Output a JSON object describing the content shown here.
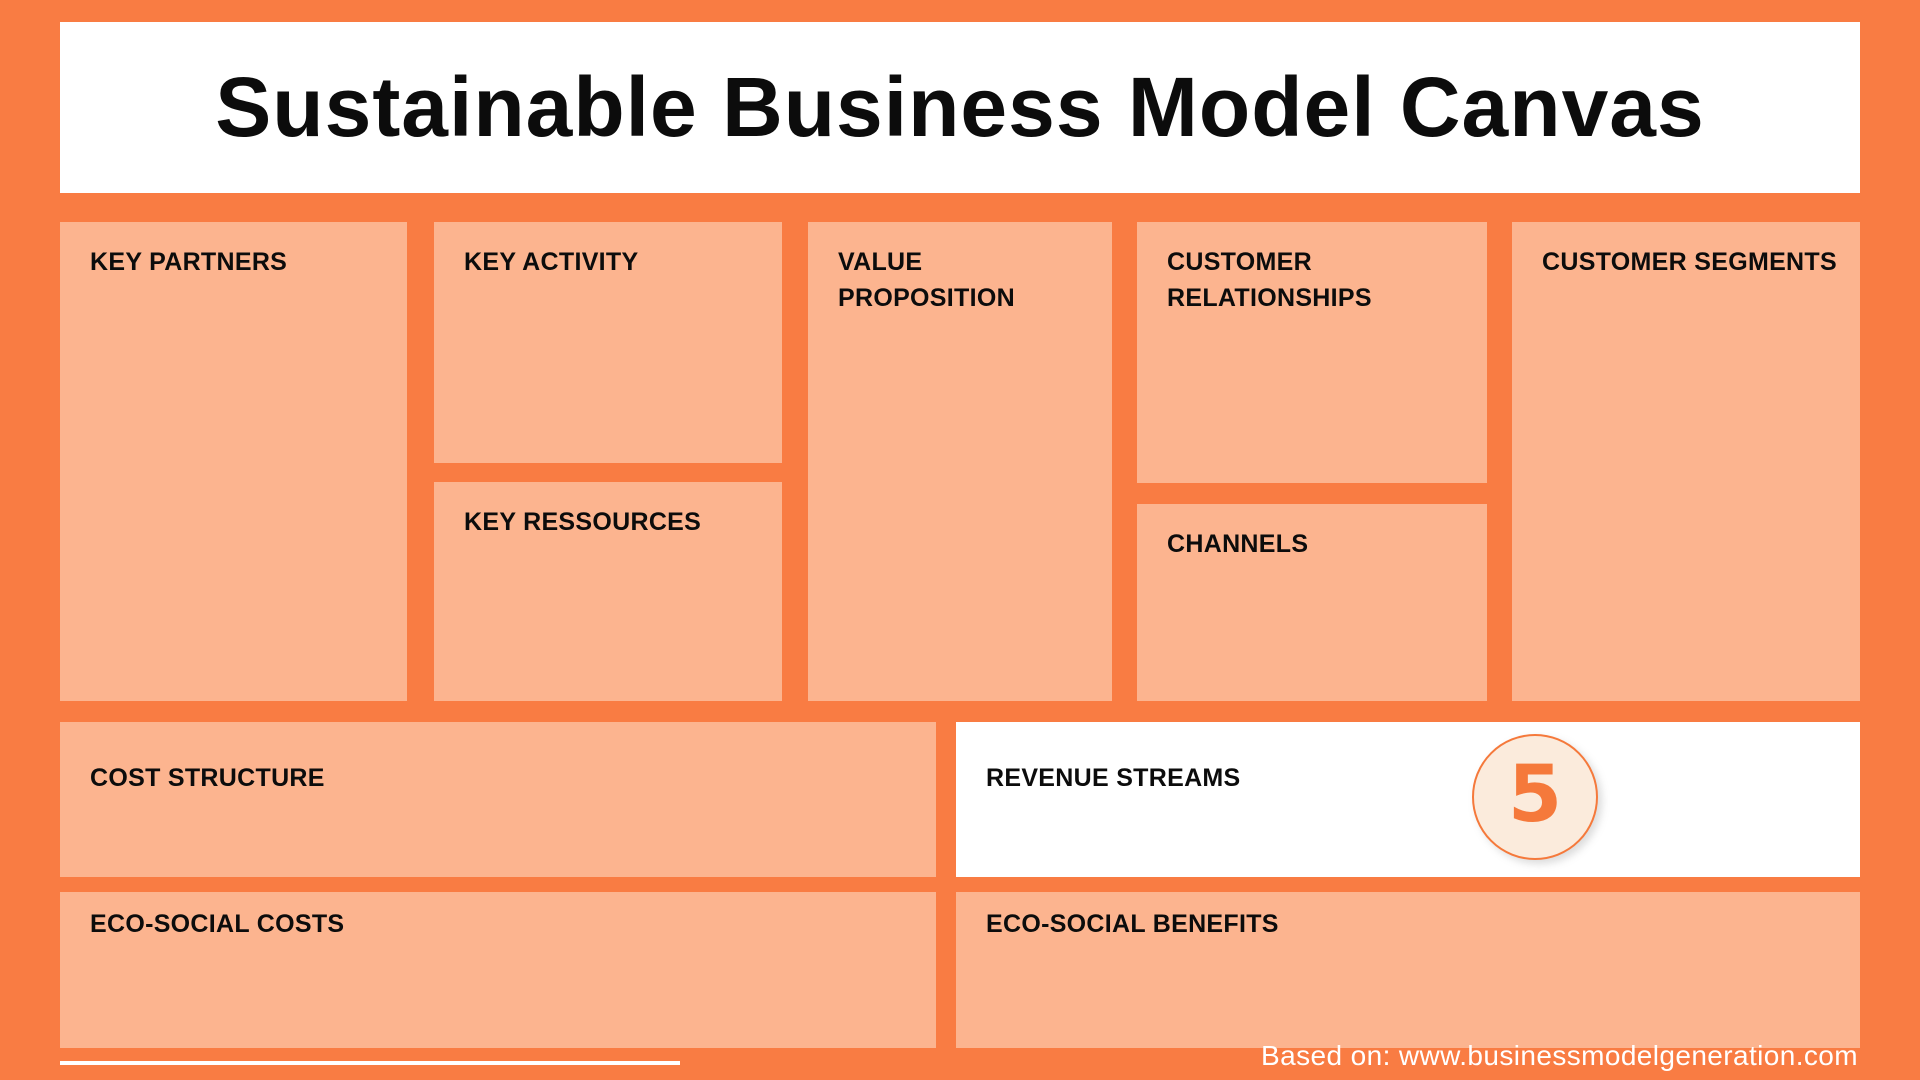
{
  "title": "Sustainable Business Model Canvas",
  "sections": {
    "key_partners": "KEY PARTNERS",
    "key_activity": "KEY ACTIVITY",
    "key_ressources": "KEY RESSOURCES",
    "value_proposition": "VALUE PROPOSITION",
    "customer_relationships": "CUSTOMER RELATIONSHIPS",
    "channels": "CHANNELS",
    "customer_segments": "CUSTOMER SEGMENTS",
    "cost_structure": "COST STRUCTURE",
    "revenue_streams": "REVENUE STREAMS",
    "eco_social_costs": "ECO-SOCIAL COSTS",
    "eco_social_benefits": "ECO-SOCIAL BENEFITS"
  },
  "badge": {
    "value": "5"
  },
  "footer": {
    "credit": "Based on: www.businessmodelgeneration.com"
  },
  "colors": {
    "background": "#F97C43",
    "box": "#FCB48F",
    "panel": "#FFFFFF",
    "badge_fill": "#FBEBDC",
    "badge_accent": "#F5793B",
    "text": "#0C0C0C",
    "footer_text": "#FFFFFF"
  }
}
